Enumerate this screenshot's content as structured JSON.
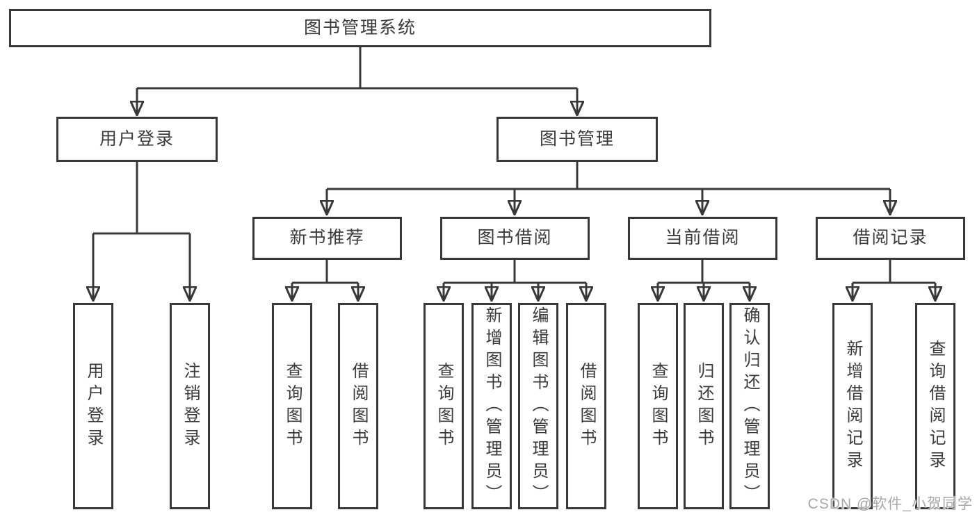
{
  "colors": {
    "background": "#ffffff",
    "line": "#383838",
    "box_border": "#383838",
    "text": "#3a3a3a",
    "watermark": "#a8a8a8"
  },
  "tree": {
    "label": "图书管理系统",
    "children": [
      {
        "label": "用户登录",
        "children": [
          {
            "label": "用户登录"
          },
          {
            "label": "注销登录"
          }
        ]
      },
      {
        "label": "图书管理",
        "children": [
          {
            "label": "新书推荐",
            "children": [
              {
                "label": "查询图书"
              },
              {
                "label": "借阅图书"
              }
            ]
          },
          {
            "label": "图书借阅",
            "children": [
              {
                "label": "查询图书"
              },
              {
                "label": "新增图书（管理员）"
              },
              {
                "label": "编辑图书（管理员）"
              },
              {
                "label": "借阅图书"
              }
            ]
          },
          {
            "label": "当前借阅",
            "children": [
              {
                "label": "查询图书"
              },
              {
                "label": "归还图书"
              },
              {
                "label": "确认归还（管理员）"
              }
            ]
          },
          {
            "label": "借阅记录",
            "children": [
              {
                "label": "新增借阅记录"
              },
              {
                "label": "查询借阅记录"
              }
            ]
          }
        ]
      }
    ]
  },
  "watermark": {
    "text": "CSDN @软件_小贺同学"
  }
}
